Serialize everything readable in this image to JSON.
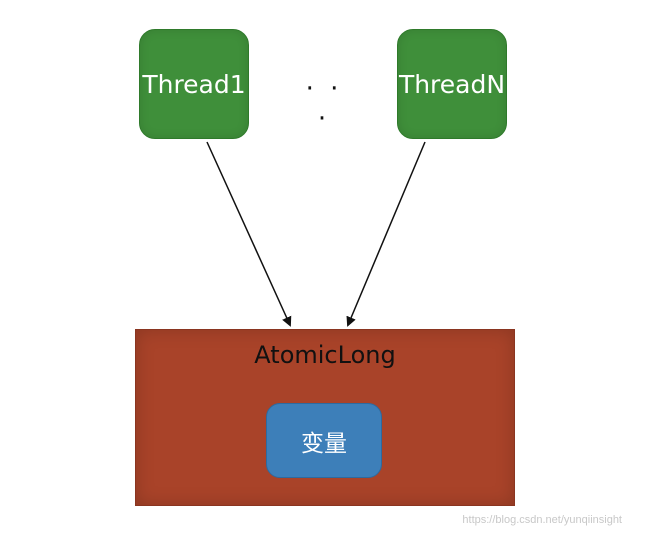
{
  "threads": {
    "first": "Thread1",
    "ellipsis": "· · ·",
    "last": "ThreadN"
  },
  "atomic": {
    "title": "AtomicLong",
    "variable": "变量"
  },
  "watermark": "https://blog.csdn.net/yunqiinsight",
  "colors": {
    "thread": "#3f8f3a",
    "atomic": "#a94329",
    "variable": "#3d7fb9",
    "arrow": "#111111"
  }
}
